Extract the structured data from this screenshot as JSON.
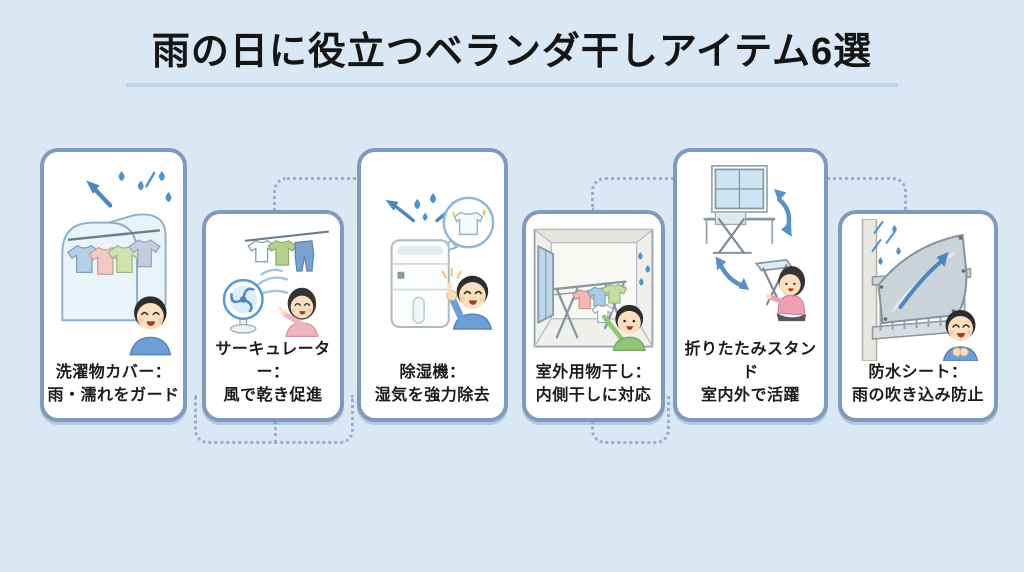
{
  "page": {
    "title": "雨の日に役立つベランダ干しアイテム6選"
  },
  "cards": [
    {
      "icon": "laundry-cover-illustration",
      "label_line1": "洗濯物カバー：",
      "label_line2": "雨・濡れをガード"
    },
    {
      "icon": "circulator-fan-illustration",
      "label_line1": "サーキュレーター：",
      "label_line2": "風で乾き促進"
    },
    {
      "icon": "dehumidifier-illustration",
      "label_line1": "除湿機：",
      "label_line2": "湿気を強力除去"
    },
    {
      "icon": "outdoor-drying-rack-illustration",
      "label_line1": "室外用物干し：",
      "label_line2": "内側干しに対応"
    },
    {
      "icon": "folding-stand-illustration",
      "label_line1": "折りたたみスタンド",
      "label_line2": "室内外で活躍"
    },
    {
      "icon": "waterproof-sheet-illustration",
      "label_line1": "防水シート：",
      "label_line2": "雨の吹き込み防止"
    }
  ],
  "colors": {
    "background": "#d9e8f4",
    "card_border": "#7e9bbd",
    "card_background": "#ffffff",
    "title_text": "#151515",
    "title_underline": "#b9d3e9",
    "connector_dots": "#98b0c7",
    "rain_drop_blue": "#4e94cc",
    "arrow_blue": "#4f86bd"
  }
}
